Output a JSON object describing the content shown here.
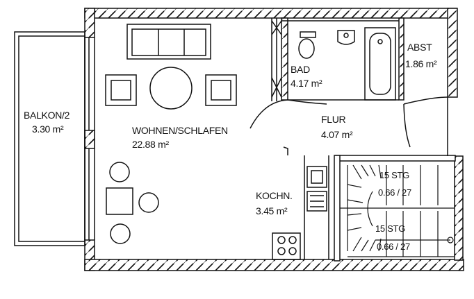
{
  "rooms": {
    "balkon": {
      "name": "BALKON/2",
      "area": "3.30 m²"
    },
    "wohnen": {
      "name": "WOHNEN/SCHLAFEN",
      "area": "22.88 m²"
    },
    "bad": {
      "name": "BAD",
      "area": "4.17 m²"
    },
    "abst": {
      "name": "ABST",
      "area": "1.86 m²"
    },
    "flur": {
      "name": "FLUR",
      "area": "4.07 m²"
    },
    "kochn": {
      "name": "KOCHN.",
      "area": "3.45 m²"
    }
  },
  "stairs": {
    "upper": {
      "label": "15 STG",
      "ratio": "0.66 / 27"
    },
    "lower": {
      "label": "15 STG",
      "ratio": "0.66 / 27"
    }
  },
  "colors": {
    "ink": "#111111",
    "paper": "#ffffff"
  }
}
